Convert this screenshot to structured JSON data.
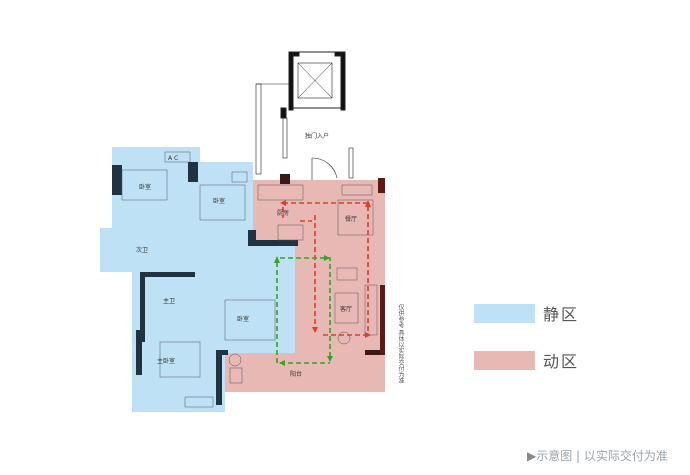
{
  "plan": {
    "entrance": "独门入户",
    "rooms": {
      "bedroom_1": "卧室",
      "bedroom_2": "卧室",
      "bedroom_3": "卧室",
      "master_bedroom": "主卧室",
      "second_bath": "次卫",
      "master_bath": "主卫",
      "kitchen": "厨房",
      "dining": "餐厅",
      "living": "客厅",
      "balcony": "阳台"
    },
    "ac_label": "A C"
  },
  "legend": {
    "quiet_zone": "静区",
    "active_zone": "动区",
    "quiet_color": "#bfe1f5",
    "active_color": "#e8b8b4"
  },
  "note": "仅供参考 具体以实际交付为准",
  "footer": {
    "marker": "▶",
    "text": "示意图 | 以实际交付为准"
  }
}
